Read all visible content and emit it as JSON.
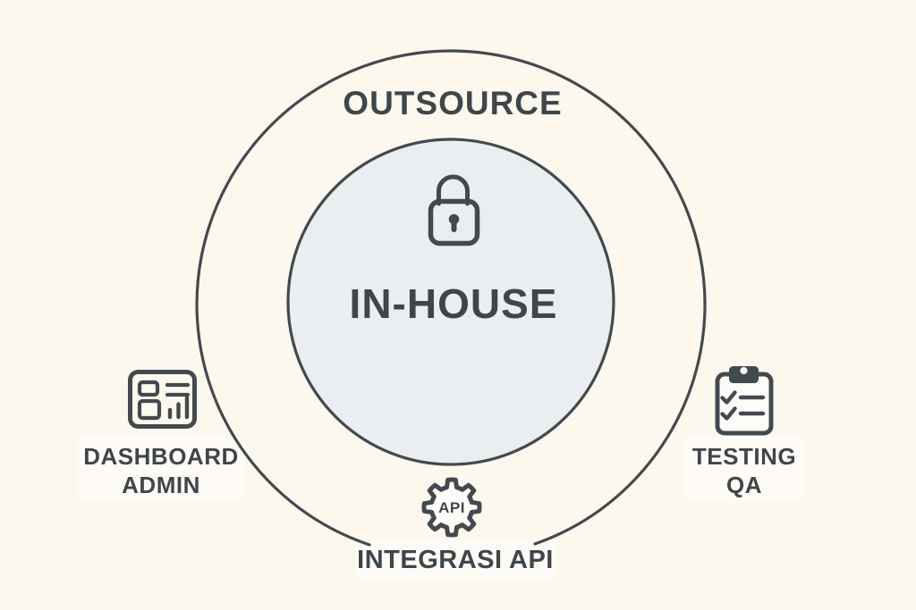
{
  "colors": {
    "background": "#fdf8ee",
    "line": "#434a4f",
    "text": "#3f464b",
    "inner_circle_fill": "#ebeef0"
  },
  "outer_circle": {
    "label": "OUTSOURCE"
  },
  "inner_circle": {
    "label": "IN-HOUSE",
    "icon": "lock-icon"
  },
  "nodes": {
    "left": {
      "icon": "dashboard-icon",
      "lines": [
        "DASHBOARD",
        "ADMIN"
      ]
    },
    "right": {
      "icon": "clipboard-icon",
      "lines": [
        "TESTING",
        "QA"
      ]
    },
    "bottom": {
      "icon": "gear-icon",
      "gear_label": "API",
      "label": "INTEGRASI API"
    }
  }
}
